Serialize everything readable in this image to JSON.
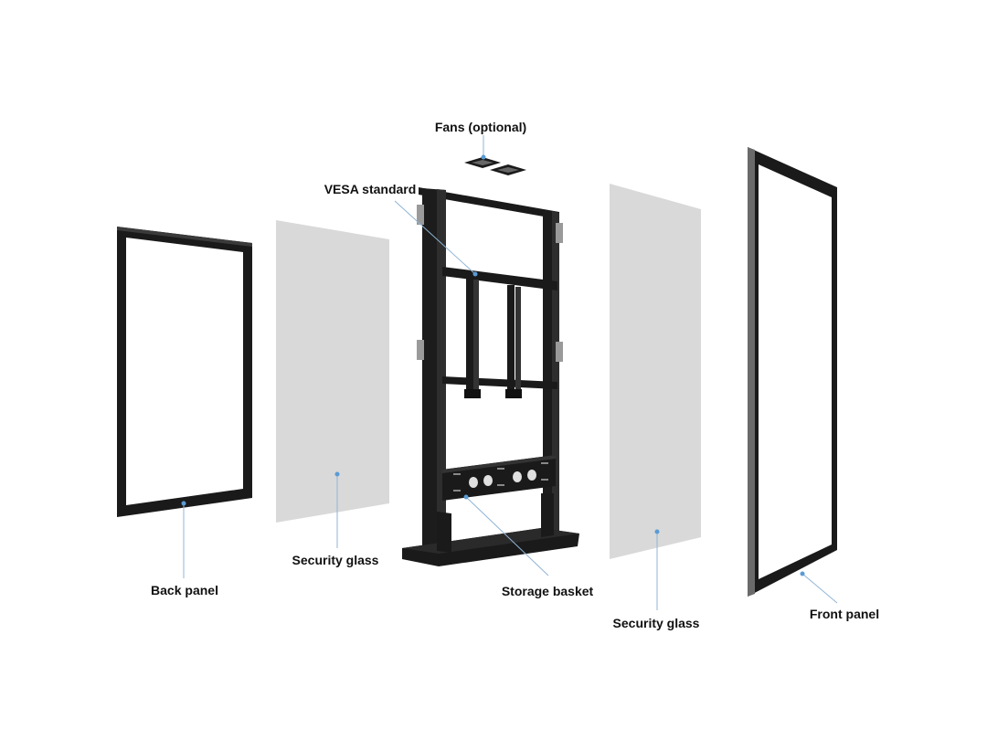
{
  "labels": {
    "fans": "Fans (optional)",
    "vesa": "VESA standard",
    "back_panel": "Back panel",
    "security_glass_left": "Security glass",
    "storage_basket": "Storage basket",
    "security_glass_right": "Security glass",
    "front_panel": "Front panel"
  },
  "colors": {
    "frame": "#1a1a1a",
    "glass": "#d9d9d9",
    "leader": "#8fb4d6",
    "dot": "#5a9bd5",
    "label": "#111111"
  }
}
